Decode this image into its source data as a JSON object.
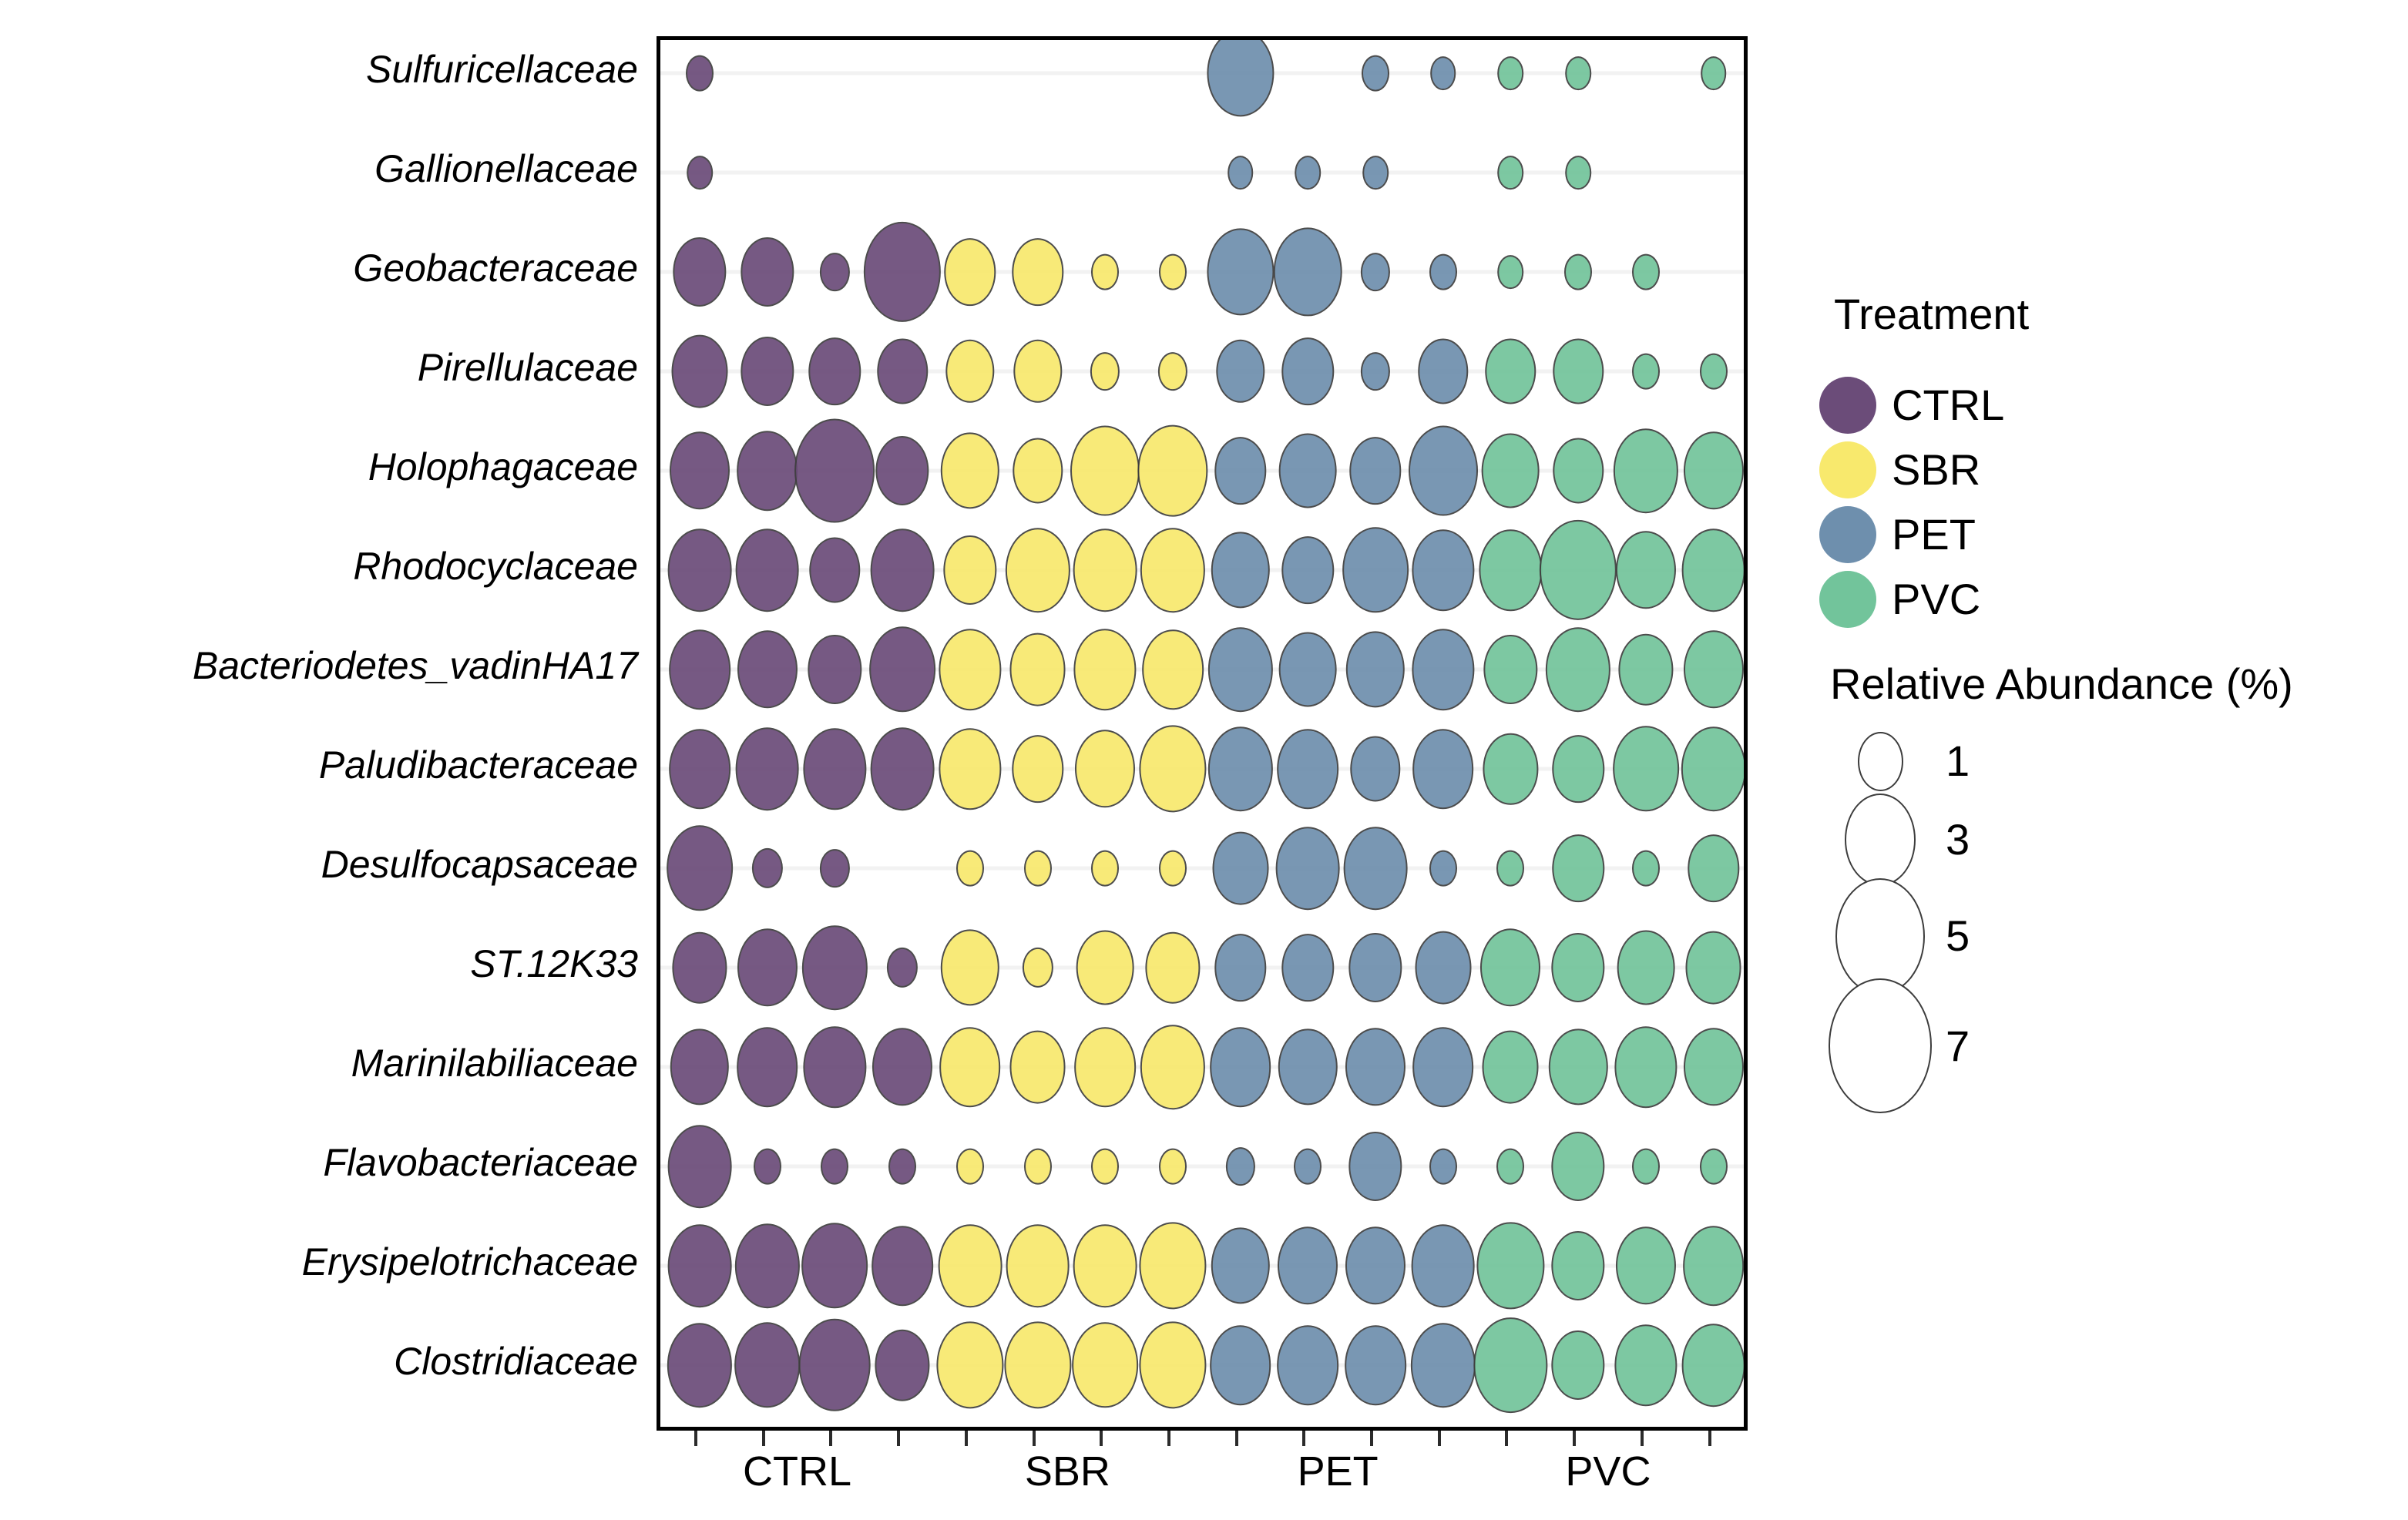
{
  "chart_data": {
    "type": "scatter",
    "subtype": "bubble-plot",
    "title": "",
    "xlabel": "",
    "ylabel": "",
    "grid": true,
    "legend_position": "right",
    "treatment_legend_title": "Treatment",
    "size_legend_title": "Relative Abundance (%)",
    "size_legend_values": [
      1,
      3,
      5,
      7
    ],
    "x_group_labels": [
      "CTRL",
      "SBR",
      "PET",
      "PVC"
    ],
    "treatments": [
      {
        "name": "CTRL",
        "color": "#6B4C79"
      },
      {
        "name": "SBR",
        "color": "#F8E96D"
      },
      {
        "name": "PET",
        "color": "#6E8FAD"
      },
      {
        "name": "PVC",
        "color": "#72C49B"
      }
    ],
    "replicates_per_treatment": 4,
    "categories": [
      "Sulfuricellaceae",
      "Gallionellaceae",
      "Geobacteraceae",
      "Pirellulaceae",
      "Holophagaceae",
      "Rhodocyclaceae",
      "Bacteriodetes_vadinHA17",
      "Paludibacteraceae",
      "Desulfocapsaceae",
      "ST.12K33",
      "Marinilabiliaceae",
      "Flavobacteriaceae",
      "Erysipelotrichaceae",
      "Clostridiaceae"
    ],
    "series": [
      {
        "name": "Sulfuricellaceae",
        "values": [
          0.25,
          0,
          0,
          0,
          0,
          0,
          0,
          0,
          2.6,
          0,
          0.25,
          0.2,
          0.2,
          0.2,
          0,
          0.2
        ]
      },
      {
        "name": "Gallionellaceae",
        "values": [
          0.2,
          0,
          0,
          0,
          0,
          0,
          0,
          0,
          0.2,
          0.2,
          0.2,
          0,
          0.2,
          0.2,
          0,
          0
        ]
      },
      {
        "name": "Geobacteraceae",
        "values": [
          1.5,
          1.5,
          0.3,
          3.6,
          1.4,
          1.4,
          0.25,
          0.25,
          2.6,
          2.7,
          0.3,
          0.25,
          0.2,
          0.25,
          0.25,
          0
        ]
      },
      {
        "name": "Pirellulaceae",
        "values": [
          1.7,
          1.5,
          1.4,
          1.3,
          1.2,
          1.2,
          0.3,
          0.3,
          1.2,
          1.4,
          0.3,
          1.3,
          1.3,
          1.3,
          0.25,
          0.25
        ]
      },
      {
        "name": "Holophagaceae",
        "values": [
          2.0,
          2.1,
          3.9,
          1.5,
          1.9,
          1.3,
          2.8,
          2.9,
          1.4,
          1.8,
          1.4,
          2.8,
          1.8,
          1.3,
          2.4,
          2.0
        ]
      },
      {
        "name": "Rhodocyclaceae",
        "values": [
          2.3,
          2.3,
          1.3,
          2.3,
          1.5,
          2.4,
          2.3,
          2.4,
          1.9,
          1.4,
          2.5,
          2.2,
          2.2,
          3.6,
          2.0,
          2.3
        ]
      },
      {
        "name": "Bacteriodetes_vadinHA17",
        "values": [
          2.1,
          2.0,
          1.5,
          2.5,
          2.2,
          1.7,
          2.2,
          2.1,
          2.4,
          1.8,
          1.9,
          2.2,
          1.5,
          2.4,
          1.6,
          2.0
        ]
      },
      {
        "name": "Paludibacteraceae",
        "values": [
          2.1,
          2.3,
          2.2,
          2.3,
          2.2,
          1.4,
          2.0,
          2.6,
          2.4,
          2.1,
          1.3,
          2.1,
          1.6,
          1.4,
          2.5,
          2.4
        ]
      },
      {
        "name": "Desulfocapsaceae",
        "values": [
          2.5,
          0.35,
          0.3,
          0,
          0.25,
          0.25,
          0.25,
          0.25,
          1.7,
          2.3,
          2.3,
          0.25,
          0.25,
          1.4,
          0.25,
          1.4
        ]
      },
      {
        "name": "ST.12K33",
        "values": [
          1.6,
          2.0,
          2.4,
          0.35,
          1.9,
          0.35,
          1.8,
          1.6,
          1.4,
          1.4,
          1.5,
          1.7,
          2.0,
          1.5,
          1.8,
          1.7
        ]
      },
      {
        "name": "Marinilabiliaceae",
        "values": [
          1.9,
          2.1,
          2.2,
          2.0,
          2.1,
          1.7,
          2.1,
          2.4,
          2.1,
          1.9,
          2.0,
          2.1,
          1.7,
          1.9,
          2.2,
          2.0
        ]
      },
      {
        "name": "Flavobacteriaceae",
        "values": [
          2.3,
          0.25,
          0.25,
          0.25,
          0.25,
          0.25,
          0.25,
          0.25,
          0.3,
          0.25,
          1.5,
          0.25,
          0.25,
          1.5,
          0.25,
          0.25
        ]
      },
      {
        "name": "Erysipelotrichaceae",
        "values": [
          2.3,
          2.4,
          2.5,
          2.1,
          2.3,
          2.3,
          2.3,
          2.6,
          1.9,
          2.0,
          2.0,
          2.3,
          2.6,
          1.5,
          2.0,
          2.1
        ]
      },
      {
        "name": "Clostridiaceae",
        "values": [
          2.4,
          2.5,
          3.0,
          1.6,
          2.6,
          2.6,
          2.5,
          2.6,
          2.1,
          2.1,
          2.1,
          2.4,
          3.2,
          1.5,
          2.2,
          2.3
        ]
      }
    ]
  }
}
